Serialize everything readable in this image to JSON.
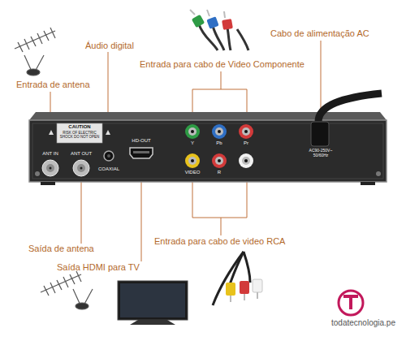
{
  "diagram": {
    "labels": [
      "Áudio digital",
      "Cabo de alimentação AC",
      "Entrada para cabo de Video Componente",
      "Entrada de antena",
      "CAUTION",
      "RISK OF ELECTRIC SHOCK DO NOT OPEN",
      "ANT IN",
      "ANT OUT",
      "COAXIAL",
      "HD-OUT",
      "Y",
      "Pb",
      "Pr",
      "VIDEO",
      "R",
      "AC90-250V~ 50/60Hz",
      "Saída de antena",
      "Entrada para cabo de video RCA",
      "Saída HDMI para TV",
      "todatecnologia.pe"
    ]
  }
}
